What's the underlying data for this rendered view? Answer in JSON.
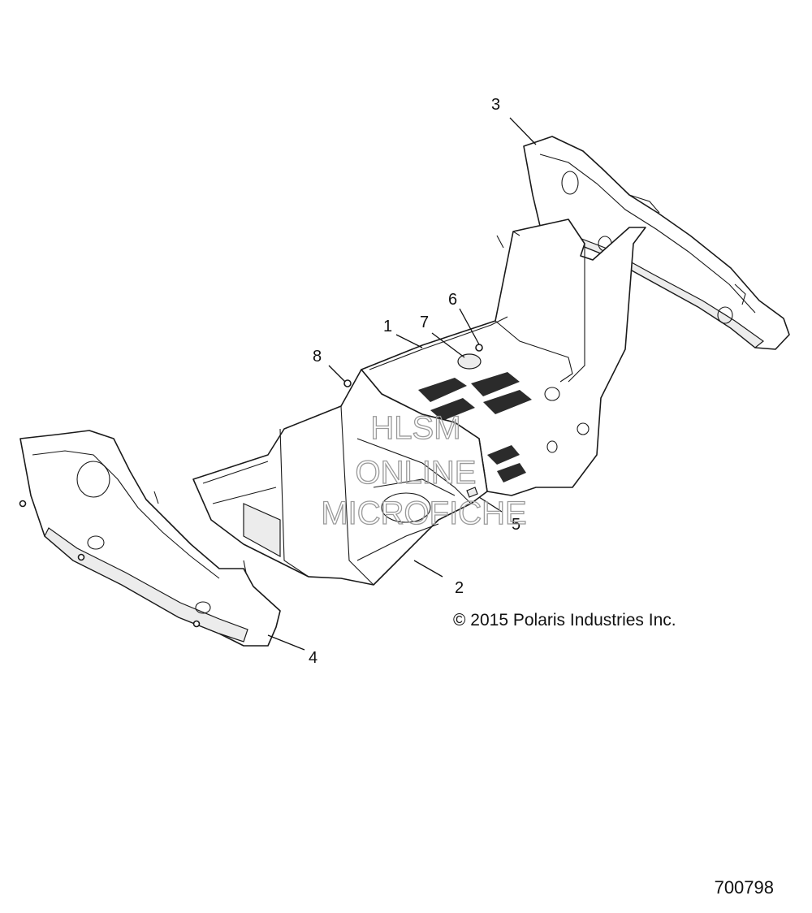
{
  "diagram": {
    "callouts": [
      {
        "id": "1",
        "label": "1"
      },
      {
        "id": "2",
        "label": "2"
      },
      {
        "id": "3",
        "label": "3"
      },
      {
        "id": "4",
        "label": "4"
      },
      {
        "id": "5",
        "label": "5"
      },
      {
        "id": "6",
        "label": "6"
      },
      {
        "id": "7",
        "label": "7"
      },
      {
        "id": "8",
        "label": "8"
      }
    ],
    "watermark": {
      "line1": "HLSM",
      "line2": "ONLINE",
      "line3": "MICROFICHE"
    },
    "copyright": "© 2015 Polaris Industries Inc.",
    "figure_number": "700798"
  }
}
